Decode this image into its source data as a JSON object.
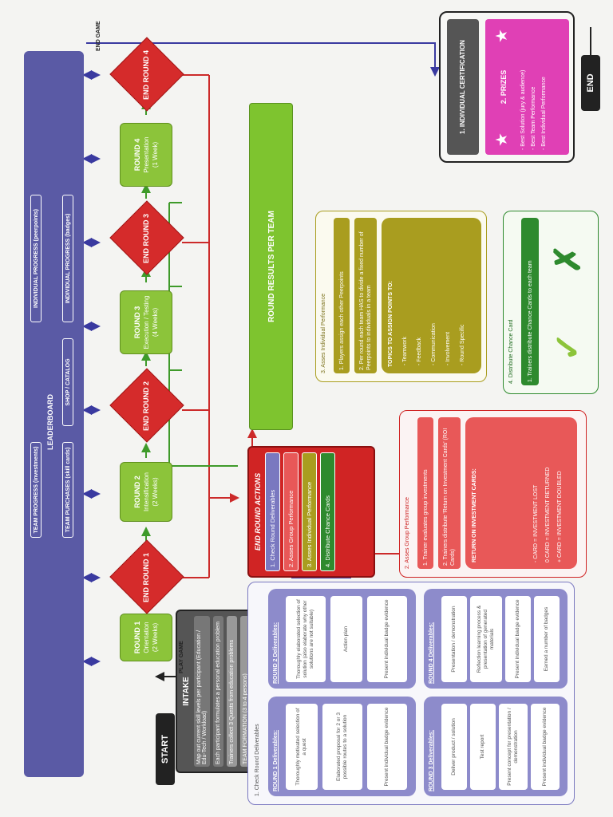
{
  "start_label": "START",
  "end_label": "END",
  "play_game": "PLAY GAME",
  "end_game": "END GAME",
  "intake": {
    "title": "INTAKE",
    "items": [
      "Map out current skill levels per participant (Education / Edu-Tech / Workload)",
      "Each participant formulates a personal education problem",
      "Trainers collect 3 Quests from education problems",
      "TEAM FORMATION (3 to 4 persons)"
    ]
  },
  "leaderboard": {
    "title": "LEADERBOARD",
    "team_progress": "TEAM PROGRESS (investments)",
    "team_purchases": "TEAM PURCHASES (skill cards)",
    "shop": "SHOP / CATALOG",
    "indiv_peer": "INDIVIDUAL PROGRESS (peerpoints)",
    "indiv_badges": "INDIVIDUAL PROGRESS (badges)"
  },
  "rounds": [
    {
      "title": "ROUND 1",
      "sub": "Orientation",
      "dur": "(2 Weeks)"
    },
    {
      "title": "ROUND 2",
      "sub": "Intensification",
      "dur": "(2 Weeks)"
    },
    {
      "title": "ROUND 3",
      "sub": "Execution / Testing",
      "dur": "(4 Weeks)"
    },
    {
      "title": "ROUND 4",
      "sub": "Presentation",
      "dur": "(1 Week)"
    }
  ],
  "end_rounds": [
    "END ROUND 1",
    "END ROUND 2",
    "END ROUND 3",
    "END ROUND 4"
  ],
  "round_results": "ROUND RESULTS PER TEAM",
  "end_round_actions": {
    "title": "END ROUND ACTIONS",
    "items": [
      "1. Check Round Deliverables",
      "2. Asses Group Performance",
      "3. Asses Individual Performance",
      "4. Distribute Chance Cards"
    ]
  },
  "deliverables": {
    "title": "1. Check Round Deliverables",
    "r1": {
      "title": "ROUND 1 Deliverables:",
      "items": [
        "Thoroughly motivated selection of a quest",
        "Elaborated proposal for 2 or 3 possible routes to a solution",
        "Present individual badge evidence"
      ]
    },
    "r2": {
      "title": "ROUND 2 Deliverables:",
      "items": [
        "Thoroughly elaborated selection of solution (also elaborate why other solutions are not suitable)",
        "Action plan",
        "Present individual badge evidence"
      ]
    },
    "r3": {
      "title": "ROUND 3 Deliverables:",
      "items": [
        "Deliver product / solution",
        "Test report",
        "Present concept for presentation / demonstration",
        "Present individual badge evidence"
      ]
    },
    "r4": {
      "title": "ROUND 4 Deliverables:",
      "items": [
        "Presentation / demonstration",
        "Reflection learning process & presentation of generated materials",
        "Present individual badge evidence",
        "Earned a number of badges"
      ]
    }
  },
  "group_perf": {
    "title": "2. Asses Group Performance",
    "items": [
      "1. Trainer evaluates group investments",
      "2. Trainers distribute 'Return on Investment Cards' (ROI Cards)"
    ],
    "roi_title": "RETURN ON INVESTMENT CARDS:",
    "roi": [
      "- CARD = INVESTMENT LOST",
      "0 CARD = INVESTMENT RETURNED",
      "+ CARD = INVESTMENT DOUBLED"
    ]
  },
  "indiv_perf": {
    "title": "3. Asses Individual Performance",
    "items": [
      "1. Players assign each other Peerpoints",
      "2. Per round each team HAS to divide a fixed number of Peerpoints to individuals in a team"
    ],
    "topics_title": "TOPICS TO ASSIGN POINTS TO:",
    "topics": [
      "- Teamwork",
      "- Feedback",
      "- Communication",
      "- Involvement",
      "- Round Specific"
    ]
  },
  "chance": {
    "title": "4. Distribute Chance Card",
    "item": "1. Trainers distribute Chance Cards to each team"
  },
  "certification": "1. INDIVIDUAL CERTIFICATION",
  "prizes": {
    "title": "2. PRIZES",
    "items": [
      "- Best Solution (jury & audience)",
      "- Best Team Performance",
      "- Best Individual Performance"
    ]
  },
  "colors": {
    "green": "#8cc43a",
    "red": "#d52b2b",
    "purple": "#5a5aa5",
    "olive": "#a99d1f",
    "magenta": "#e040b5"
  }
}
